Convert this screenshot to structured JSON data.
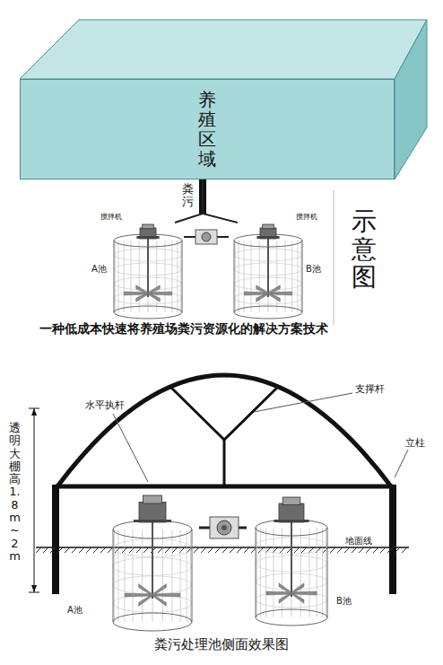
{
  "diagram": {
    "caption": "粪污处理池侧面效果图",
    "nodes": [
      {
        "text": [
          "养殖区域"
        ]
      },
      {
        "text": [
          "A池"
        ]
      },
      {
        "text": [
          "B池"
        ]
      },
      {
        "text": [
          "A池"
        ]
      },
      {
        "text": [
          "B池"
        ]
      }
    ],
    "edges": [
      {
        "from": 0,
        "to": 1,
        "arrow": "none",
        "label": "粪污"
      },
      {
        "from": 0,
        "to": 2,
        "arrow": "none"
      },
      {
        "from": 1,
        "to": 2,
        "arrow": "none"
      },
      {
        "from": 3,
        "to": 4,
        "arrow": "none"
      }
    ],
    "labels": [
      "搅拌机",
      "搅拌机",
      "示意图",
      "一种低成本快速将养殖场粪污资源化的解决方案技术",
      "水平执杆",
      "支撑杆",
      "立柱",
      "透明大棚高1.8m~2m",
      "地面线"
    ]
  }
}
